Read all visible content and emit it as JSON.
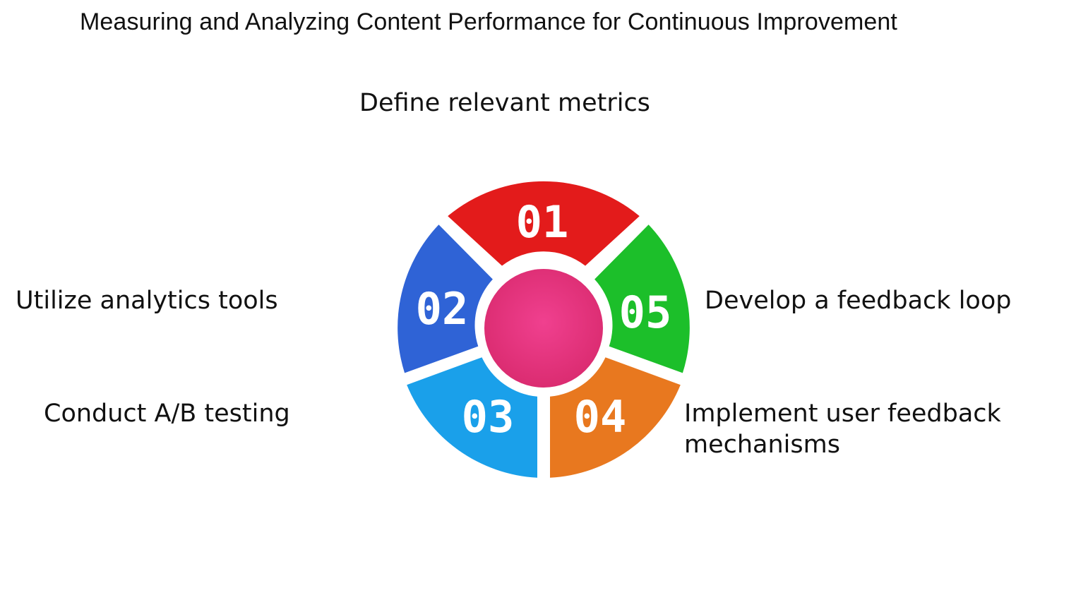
{
  "title": "Measuring and Analyzing Content Performance for Continuous Improvement",
  "steps": [
    {
      "number": "01",
      "label": "Define relevant metrics",
      "color": "#e31b1b"
    },
    {
      "number": "02",
      "label": "Utilize analytics tools",
      "color": "#2f63d6"
    },
    {
      "number": "03",
      "label": "Conduct A/B testing",
      "color": "#1aa0ea"
    },
    {
      "number": "04",
      "label": "Implement user feedback\nmechanisms",
      "color": "#e8781f"
    },
    {
      "number": "05",
      "label": "Develop a feedback loop",
      "color": "#1cbf2a"
    }
  ],
  "center_color": "#e6347f"
}
